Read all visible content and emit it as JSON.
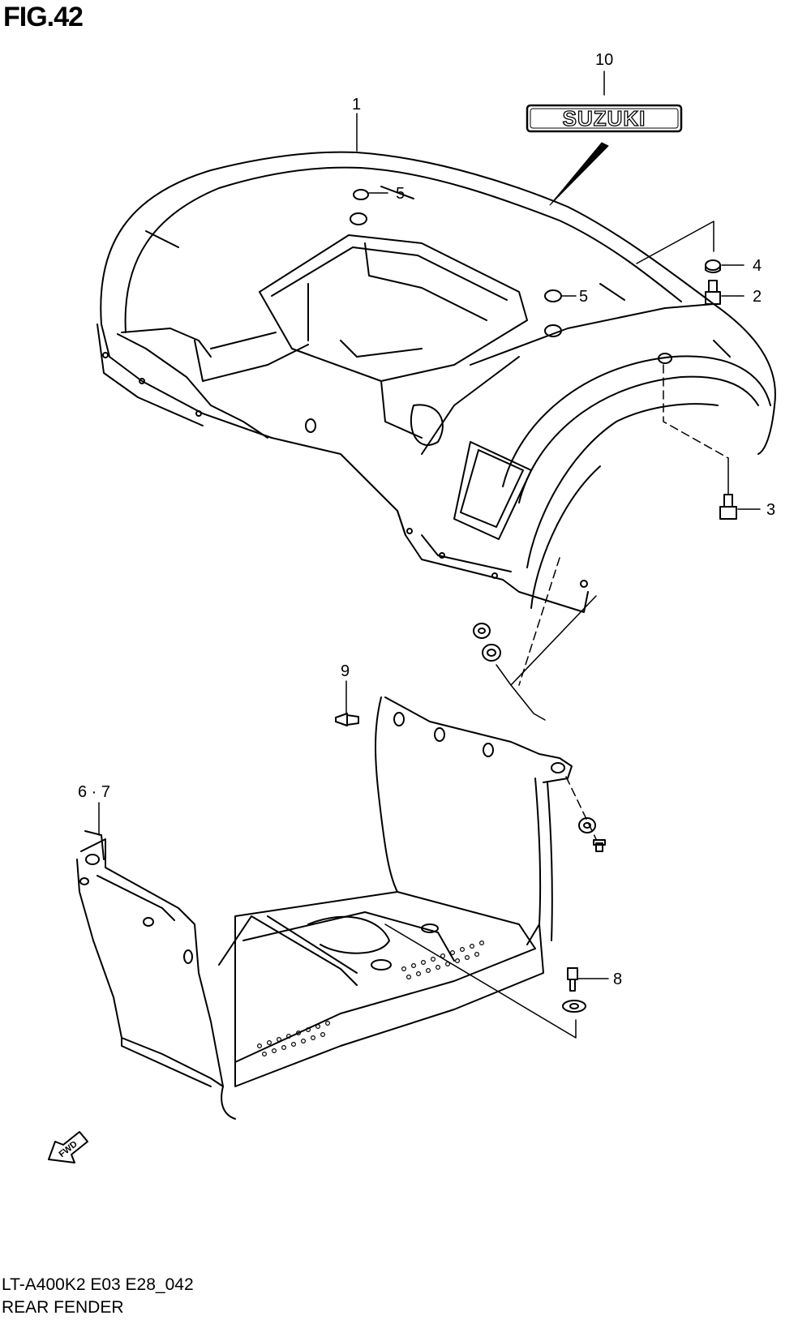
{
  "figure": {
    "title": "FIG.42"
  },
  "logo": {
    "text": "SUZUKI"
  },
  "fwd_arrow": {
    "text": "FWD"
  },
  "callouts": {
    "c1": "1",
    "c2": "2",
    "c3": "3",
    "c4": "4",
    "c5a": "5",
    "c5b": "5",
    "c67": "6 · 7",
    "c8": "8",
    "c9": "9",
    "c10": "10"
  },
  "footer": {
    "model_code": "LT-A400K2 E03 E28_042",
    "part_name": "REAR FENDER"
  },
  "colors": {
    "line": "#000000",
    "background": "#ffffff"
  }
}
